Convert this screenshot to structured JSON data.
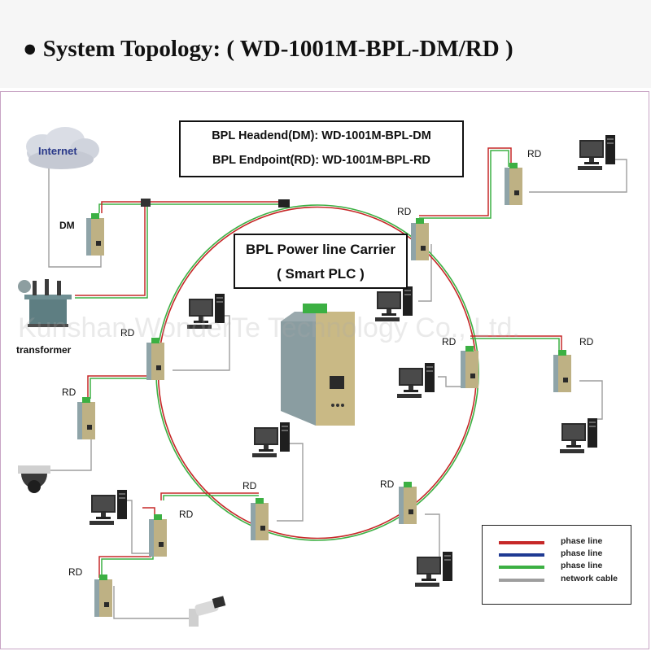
{
  "title": "● System Topology: ( WD-1001M-BPL-DM/RD )",
  "model_box": {
    "line1": "BPL Headend(DM): WD-1001M-BPL-DM",
    "line2": "BPL Endpoint(RD): WD-1001M-BPL-RD"
  },
  "center_box": {
    "line1": "BPL Power line Carrier",
    "line2": "( Smart PLC )"
  },
  "internet_label": "Internet",
  "dm_label": "DM",
  "transformer_label": "transformer",
  "rd_label": "RD",
  "watermark": "Kunshan WonderTe Technology Co., Ltd.",
  "legend": [
    {
      "label": "phase line",
      "color": "#c62828"
    },
    {
      "label": "phase line",
      "color": "#1f3a93"
    },
    {
      "label": "phase line",
      "color": "#3cb043"
    },
    {
      "label": "network cable",
      "color": "#9e9e9e"
    }
  ],
  "colors": {
    "phase_red": "#c62828",
    "phase_green": "#3cb043",
    "network_gray": "#9e9e9e",
    "device_body": "#b7a97c"
  },
  "icons": [
    "cloud-icon",
    "transformer-icon",
    "bpl-device-icon",
    "computer-icon",
    "dome-camera-icon",
    "bullet-camera-icon"
  ]
}
